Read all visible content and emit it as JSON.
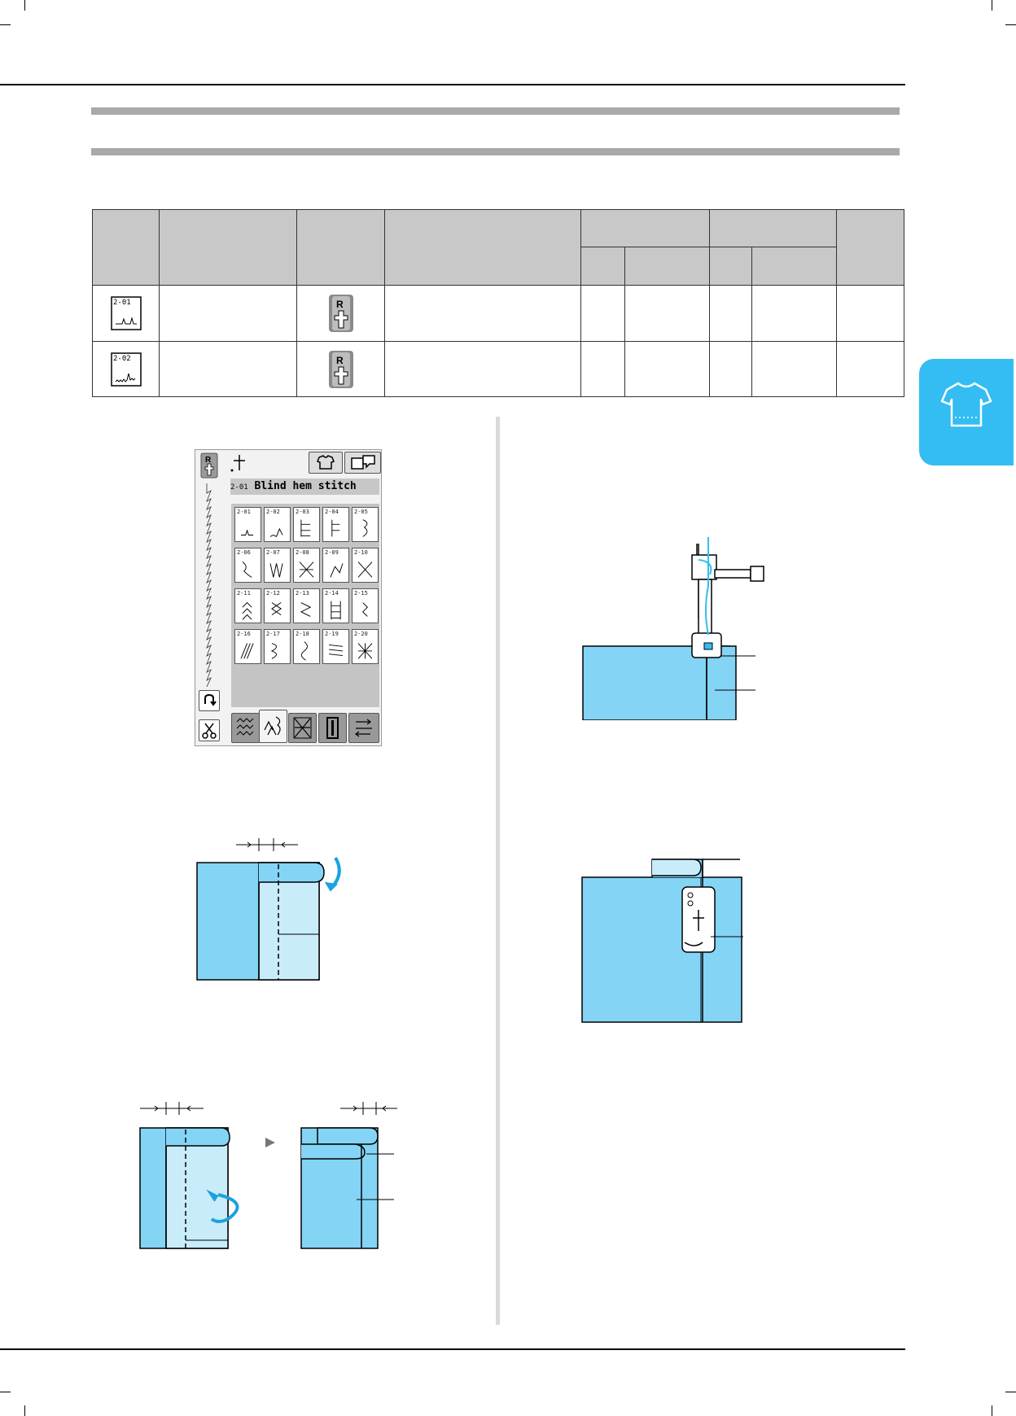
{
  "colors": {
    "fabric": "#84d4f5",
    "fabric_light": "#c9ecfb",
    "tab": "#33bdf2",
    "band": "#a9a9a9",
    "table_header": "#c8c8c8"
  },
  "stitch_table": {
    "rows": [
      {
        "code": "2-01",
        "foot_letter": "R"
      },
      {
        "code": "2-02",
        "foot_letter": "R"
      }
    ]
  },
  "side_tab": {
    "icon": "shirt-icon"
  },
  "lcd": {
    "foot_letter": "R",
    "title_code": "2-01",
    "title_text": "Blind hem stitch",
    "stitch_codes": [
      "2-01",
      "2-02",
      "2-03",
      "2-04",
      "2-05",
      "2-06",
      "2-07",
      "2-08",
      "2-09",
      "2-10",
      "2-11",
      "2-12",
      "2-13",
      "2-14",
      "2-15",
      "2-16",
      "2-17",
      "2-18",
      "2-19",
      "2-20"
    ]
  }
}
